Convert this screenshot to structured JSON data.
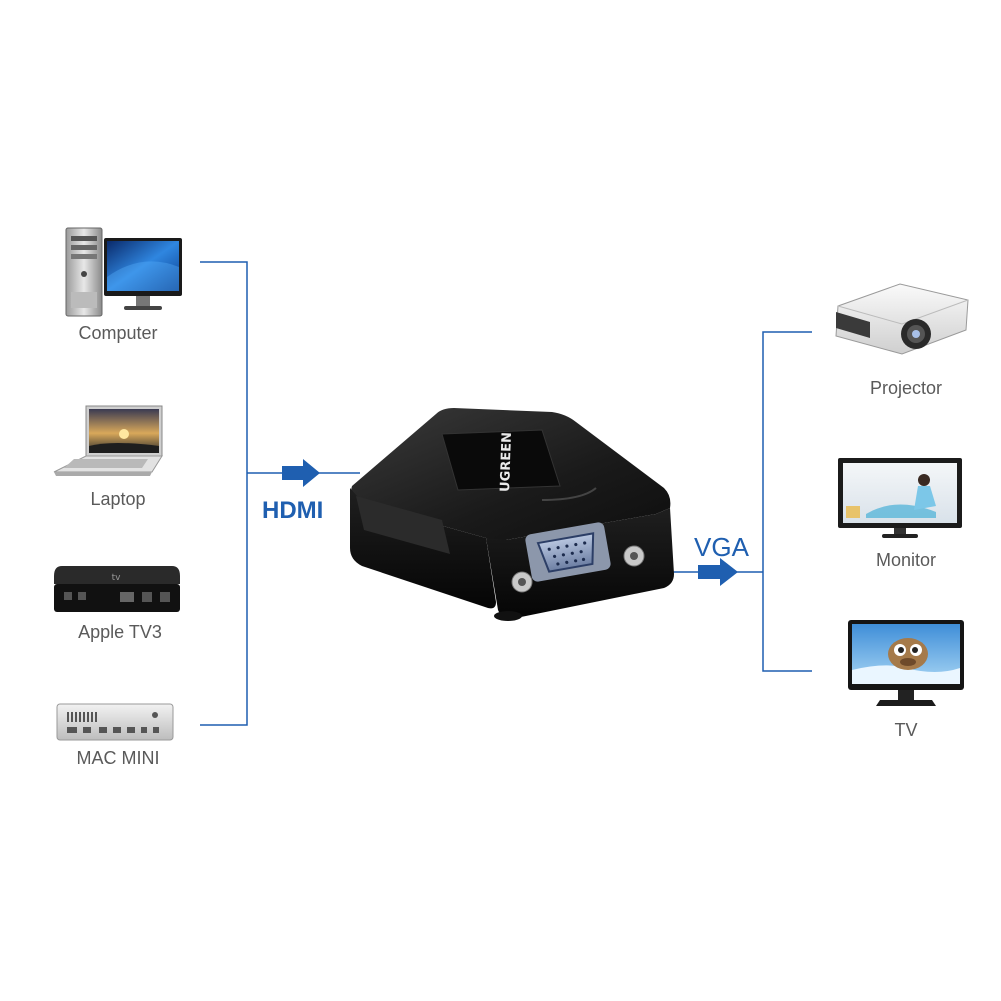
{
  "inputs": [
    {
      "label": "Computer",
      "icon": "desktop-computer-icon"
    },
    {
      "label": "Laptop",
      "icon": "laptop-icon"
    },
    {
      "label": "Apple TV3",
      "icon": "apple-tv-icon"
    },
    {
      "label": "MAC MINI",
      "icon": "mac-mini-icon"
    }
  ],
  "outputs": [
    {
      "label": "Projector",
      "icon": "projector-icon"
    },
    {
      "label": "Monitor",
      "icon": "monitor-icon"
    },
    {
      "label": "TV",
      "icon": "tv-icon"
    }
  ],
  "input_signal": "HDMI",
  "output_signal": "VGA",
  "adapter": {
    "brand": "UGREEN",
    "icon": "hdmi-to-vga-adapter-icon"
  },
  "colors": {
    "line": "#1f5fb0",
    "arrow": "#1f5fb0",
    "label_text": "#5a5a5a",
    "device_body": "#1c1c1c"
  }
}
